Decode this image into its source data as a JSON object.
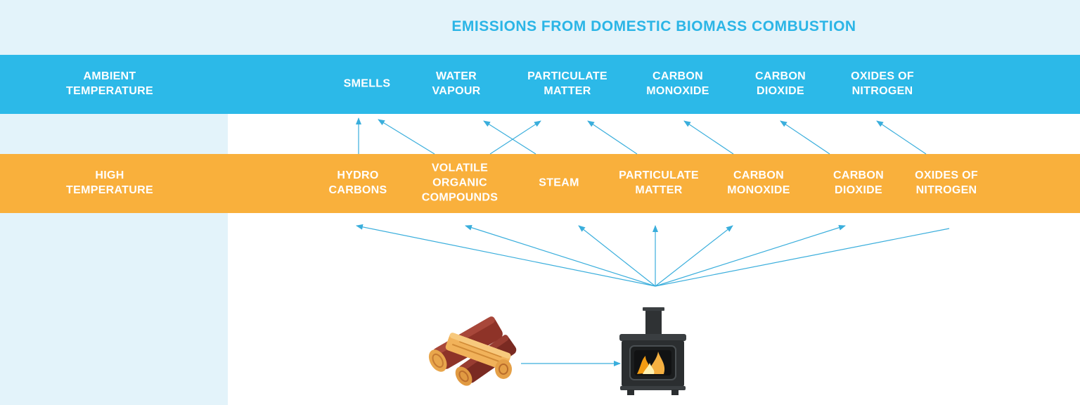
{
  "title": "EMISSIONS FROM DOMESTIC BIOMASS COMBUSTION",
  "ambient": {
    "row_label": [
      "AMBIENT",
      "TEMPERATURE"
    ],
    "items": [
      {
        "key": "smells",
        "lines": [
          "SMELLS"
        ]
      },
      {
        "key": "water-vapour",
        "lines": [
          "WATER",
          "VAPOUR"
        ]
      },
      {
        "key": "particulate-matter",
        "lines": [
          "PARTICULATE",
          "MATTER"
        ]
      },
      {
        "key": "carbon-monoxide",
        "lines": [
          "CARBON",
          "MONOXIDE"
        ]
      },
      {
        "key": "carbon-dioxide",
        "lines": [
          "CARBON",
          "DIOXIDE"
        ]
      },
      {
        "key": "oxides-of-nitrogen",
        "lines": [
          "OXIDES OF",
          "NITROGEN"
        ]
      }
    ]
  },
  "high": {
    "row_label": [
      "HIGH",
      "TEMPERATURE"
    ],
    "items": [
      {
        "key": "hydro-carbons",
        "lines": [
          "HYDRO",
          "CARBONS"
        ]
      },
      {
        "key": "volatile-organic-compounds",
        "lines": [
          "VOLATILE",
          "ORGANIC",
          "COMPOUNDS"
        ]
      },
      {
        "key": "steam",
        "lines": [
          "STEAM"
        ]
      },
      {
        "key": "particulate-matter",
        "lines": [
          "PARTICULATE",
          "MATTER"
        ]
      },
      {
        "key": "carbon-monoxide",
        "lines": [
          "CARBON",
          "MONOXIDE"
        ]
      },
      {
        "key": "carbon-dioxide",
        "lines": [
          "CARBON",
          "DIOXIDE"
        ]
      },
      {
        "key": "oxides-of-nitrogen",
        "lines": [
          "OXIDES OF",
          "NITROGEN"
        ]
      }
    ]
  },
  "transitions": [
    {
      "from": "hydro-carbons",
      "to": "smells"
    },
    {
      "from": "volatile-organic-compounds",
      "to": "smells"
    },
    {
      "from": "volatile-organic-compounds",
      "to": "particulate-matter"
    },
    {
      "from": "steam",
      "to": "water-vapour"
    },
    {
      "from": "particulate-matter",
      "to": "particulate-matter"
    },
    {
      "from": "carbon-monoxide",
      "to": "carbon-monoxide"
    },
    {
      "from": "carbon-dioxide",
      "to": "carbon-dioxide"
    },
    {
      "from": "oxides-of-nitrogen",
      "to": "oxides-of-nitrogen"
    }
  ],
  "source": {
    "fuel_icon": "firewood-logs-icon",
    "stove_icon": "wood-stove-icon"
  },
  "colors": {
    "accent": "#2bb5e6",
    "ambient_band": "#2cb9e8",
    "high_band": "#f9b03c",
    "panel": "#e3f3fa",
    "arrow": "#3aaedc"
  }
}
